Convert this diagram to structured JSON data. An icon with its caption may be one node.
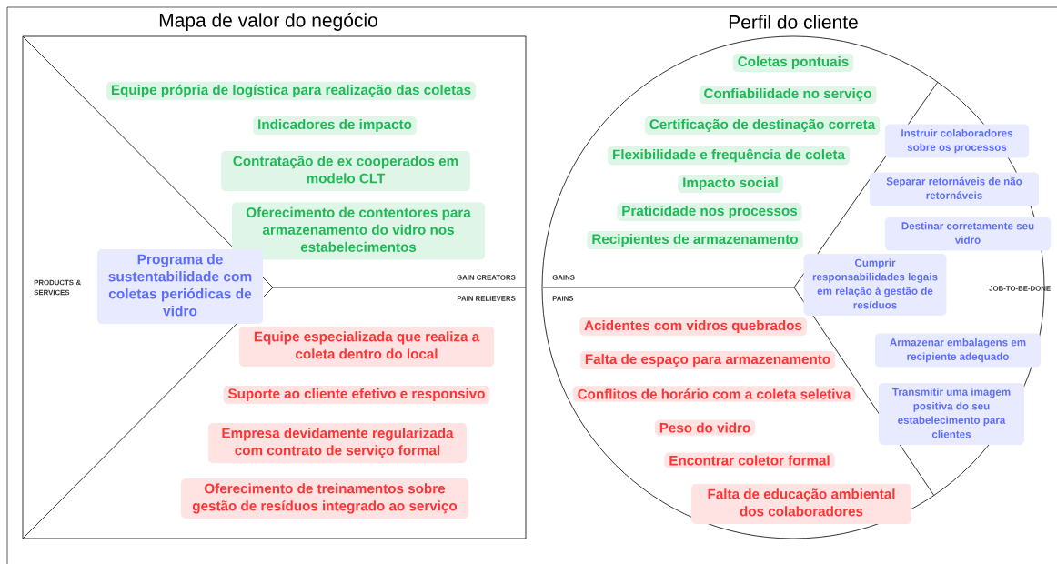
{
  "diagram": {
    "nodes": [
      {
        "text": [
          "Mapa de valor do negócio"
        ]
      },
      {
        "text": [
          "Equipe própria de logística para realização das coletas"
        ],
        "in": 0
      },
      {
        "text": [
          "Indicadores de impacto"
        ],
        "in": 0
      },
      {
        "text": [
          "Contratação de ex cooperados em modelo CLT"
        ],
        "in": 0
      },
      {
        "text": [
          "Oferecimento de contentores para armazenamento do vidro nos estabelecimentos"
        ],
        "in": 0
      },
      {
        "text": [
          "Programa de sustentabilidade com coletas periódicas de vidro"
        ],
        "in": 0
      },
      {
        "text": [
          "Equipe especializada que realiza a coleta dentro do local"
        ],
        "in": 0
      },
      {
        "text": [
          "Suporte ao cliente efetivo e responsivo"
        ],
        "in": 0
      },
      {
        "text": [
          "Empresa devidamente regularizada com contrato de serviço formal"
        ],
        "in": 0
      },
      {
        "text": [
          "Oferecimento de treinamentos sobre gestão de resíduos integrado ao serviço"
        ],
        "in": 0
      },
      {
        "text": [
          "Perfil do cliente"
        ]
      },
      {
        "text": [
          "Coletas pontuais"
        ],
        "in": 10
      },
      {
        "text": [
          "Confiabilidade no serviço"
        ],
        "in": 10
      },
      {
        "text": [
          "Certificação de destinação correta"
        ],
        "in": 10
      },
      {
        "text": [
          "Flexibilidade e frequência de coleta"
        ],
        "in": 10
      },
      {
        "text": [
          "Impacto social"
        ],
        "in": 10
      },
      {
        "text": [
          "Praticidade nos processos"
        ],
        "in": 10
      },
      {
        "text": [
          "Recipientes de armazenamento"
        ],
        "in": 10
      },
      {
        "text": [
          "Instruir colaboradores sobre os processos"
        ],
        "in": 10
      },
      {
        "text": [
          "Separar retornáveis de não retornáveis"
        ],
        "in": 10
      },
      {
        "text": [
          "Destinar corretamente seu vidro"
        ],
        "in": 10
      },
      {
        "text": [
          "Cumprir responsabilidades legais em relação à gestão de resíduos"
        ],
        "in": 10
      },
      {
        "text": [
          "Armazenar embalagens em recipiente adequado"
        ],
        "in": 10
      },
      {
        "text": [
          "Transmitir uma imagem positiva do seu estabelecimento para clientes"
        ],
        "in": 10
      },
      {
        "text": [
          "Acidentes com vidros quebrados"
        ],
        "in": 10
      },
      {
        "text": [
          "Falta de espaço para armazenamento"
        ],
        "in": 10
      },
      {
        "text": [
          "Conflitos de horário com a coleta seletiva"
        ],
        "in": 10
      },
      {
        "text": [
          "Peso do vidro"
        ],
        "in": 10
      },
      {
        "text": [
          "Encontrar coletor formal"
        ],
        "in": 10
      },
      {
        "text": [
          "Falta de educação ambiental dos colaboradores"
        ],
        "in": 10
      }
    ],
    "labels": [
      "PRODUCTS & SERVICES",
      "GAIN CREATORS",
      "PAIN RELIEVERS",
      "GAINS",
      "PAINS",
      "JOB-TO-BE-DONE"
    ]
  }
}
